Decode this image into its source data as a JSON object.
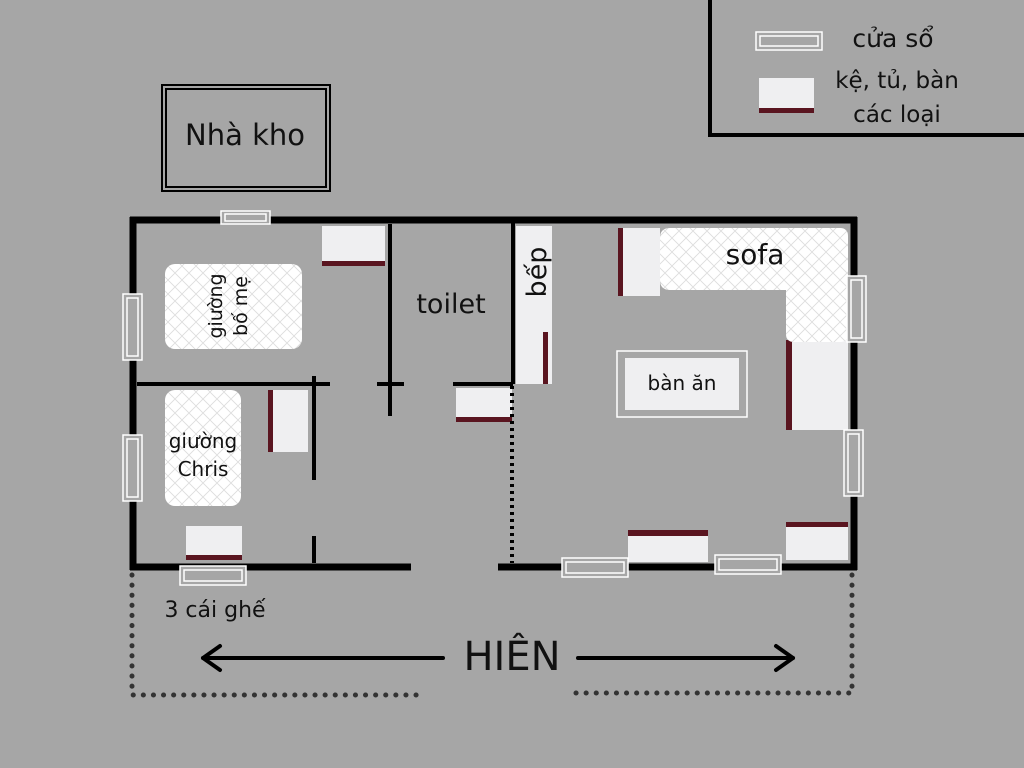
{
  "legend": {
    "window_label": "cửa sổ",
    "furniture_label_line1": "kệ, tủ, bàn",
    "furniture_label_line2": "các loại"
  },
  "rooms": {
    "storage": "Nhà kho",
    "toilet": "toilet",
    "kitchen": "bếp",
    "sofa": "sofa",
    "dining_table": "bàn ăn",
    "parents_bed_line1": "giường",
    "parents_bed_line2": "bố mẹ",
    "chris_bed_line1": "giường",
    "chris_bed_line2": "Chris"
  },
  "porch": {
    "chairs_label": "3 cái ghế",
    "label": "HIÊN"
  },
  "colors": {
    "background": "#a6a6a6",
    "wall": "#000000",
    "furniture_fill": "#efeff1",
    "furniture_edge": "#5a1520",
    "window_stroke": "#ffffff"
  }
}
